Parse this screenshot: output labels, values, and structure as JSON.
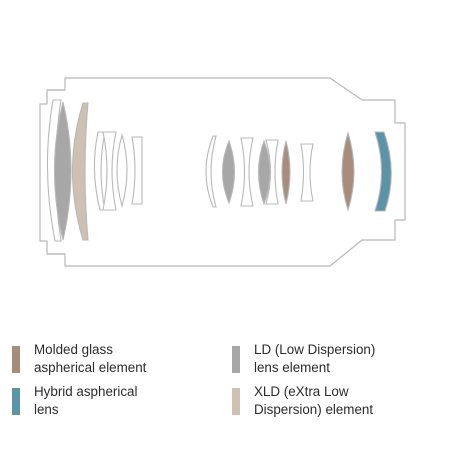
{
  "colors": {
    "outline": "#b8b8b8",
    "molded_glass_aspherical": "#a88d7c",
    "hybrid_aspherical": "#5b93a8",
    "ld": "#a7a7a7",
    "xld": "#cfc0b4"
  },
  "legend": [
    {
      "key": "molded_glass_aspherical",
      "line1": "Molded glass",
      "line2": "aspherical element",
      "color": "#a88d7c"
    },
    {
      "key": "ld",
      "line1": "LD (Low Dispersion)",
      "line2": "lens element",
      "color": "#a7a7a7"
    },
    {
      "key": "hybrid_aspherical",
      "line1": "Hybrid aspherical",
      "line2": "lens",
      "color": "#5b93a8"
    },
    {
      "key": "xld",
      "line1": "XLD (eXtra Low",
      "line2": "Dispersion) element",
      "color": "#cfc0b4"
    }
  ]
}
